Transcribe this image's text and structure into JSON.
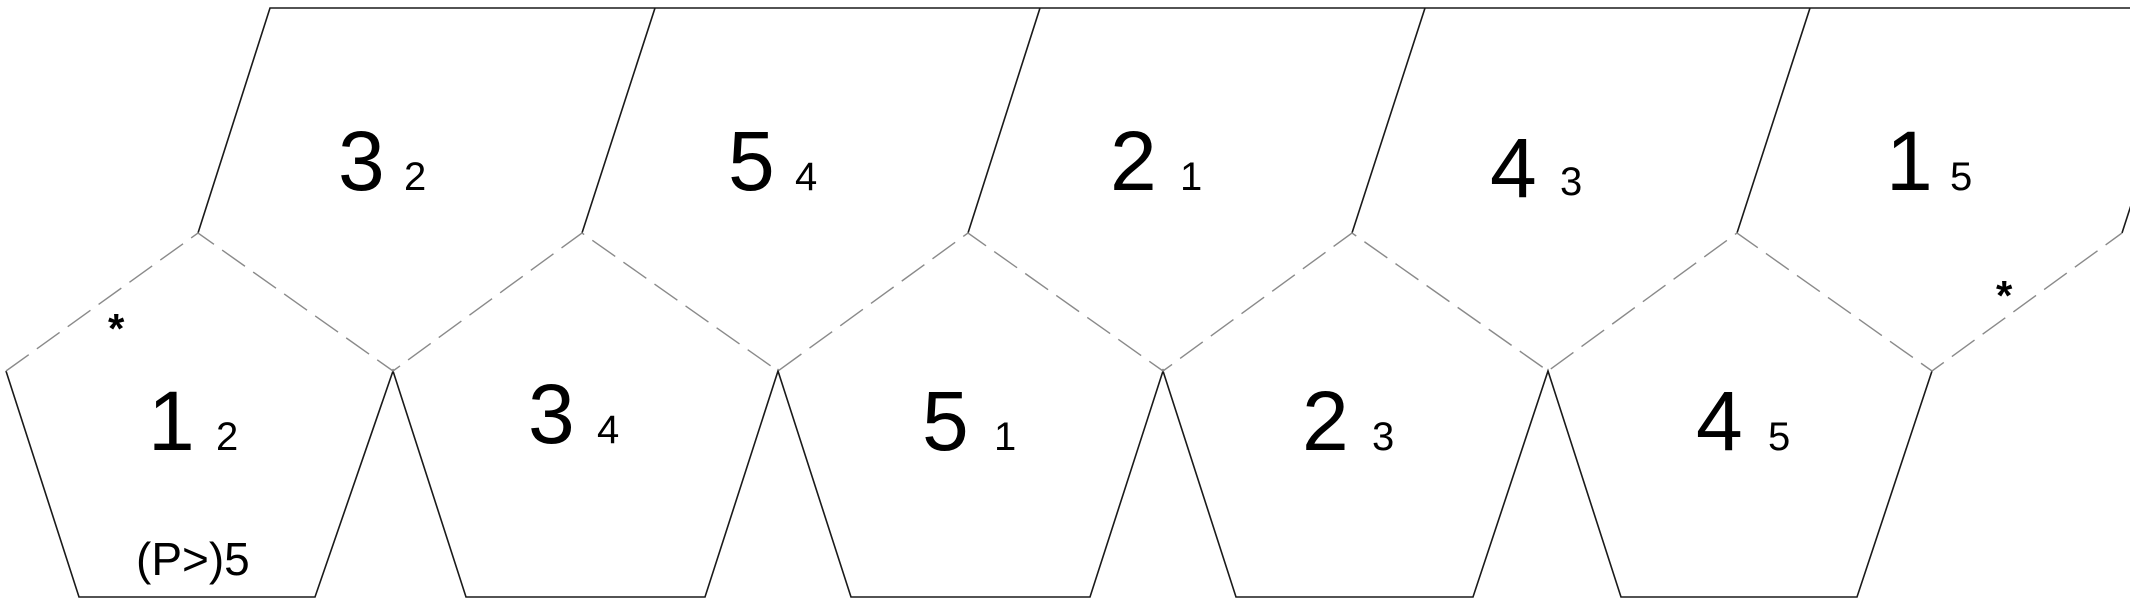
{
  "top_faces": [
    {
      "big": "3",
      "small": "2"
    },
    {
      "big": "5",
      "small": "4"
    },
    {
      "big": "2",
      "small": "1"
    },
    {
      "big": "4",
      "small": "3"
    },
    {
      "big": "1",
      "small": "5"
    }
  ],
  "bottom_faces": [
    {
      "big": "1",
      "small": "2"
    },
    {
      "big": "3",
      "small": "4"
    },
    {
      "big": "5",
      "small": "1"
    },
    {
      "big": "2",
      "small": "3"
    },
    {
      "big": "4",
      "small": "5"
    }
  ],
  "marks": {
    "star_top": "*",
    "star_bottom": "*",
    "note": "(P>)5"
  }
}
